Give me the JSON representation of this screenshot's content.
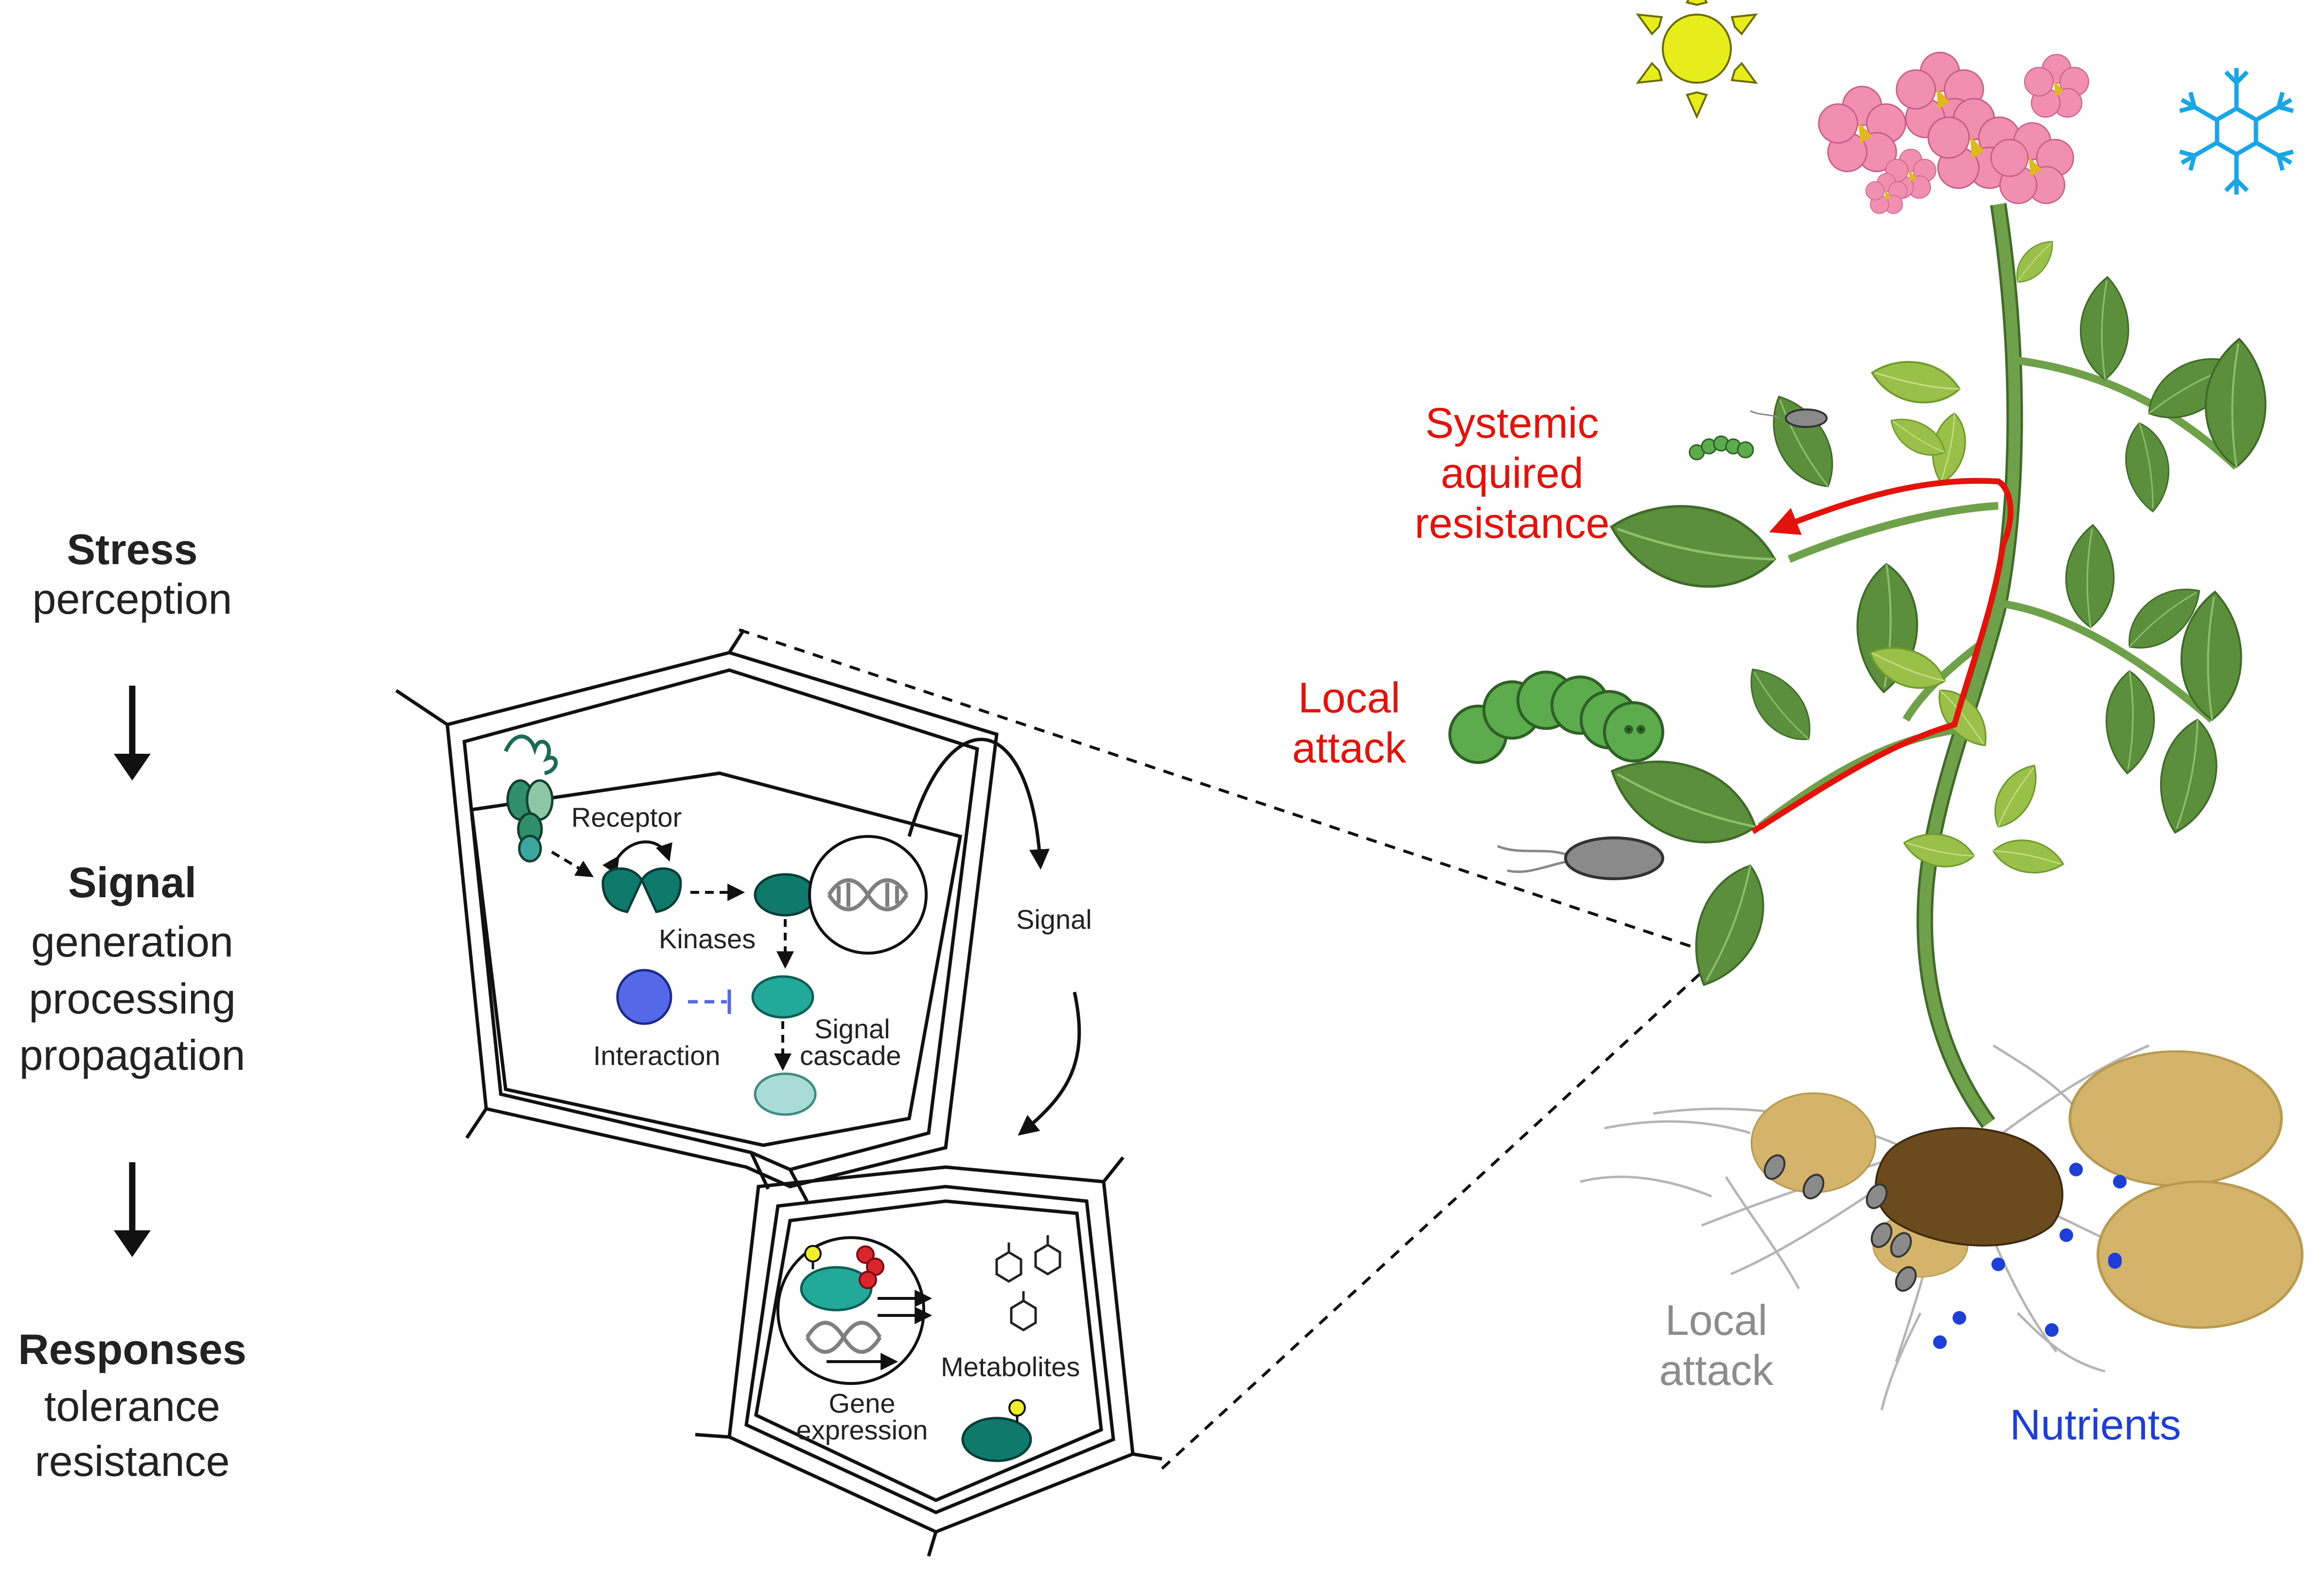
{
  "flow": {
    "stress": {
      "title": "Stress",
      "line1": "perception"
    },
    "signal": {
      "title": "Signal",
      "line1": "generation",
      "line2": "processing",
      "line3": "propagation"
    },
    "responses": {
      "title": "Responses",
      "line1": "tolerance",
      "line2": "resistance"
    }
  },
  "cell": {
    "receptor": "Receptor",
    "kinases": "Kinases",
    "interaction": "Interaction",
    "signal_cascade_1": "Signal",
    "signal_cascade_2": "cascade",
    "signal": "Signal",
    "gene_expression_1": "Gene",
    "gene_expression_2": "expression",
    "metabolites": "Metabolites"
  },
  "plant": {
    "systemic_1": "Systemic",
    "systemic_2": "aquired",
    "systemic_3": "resistance",
    "local_attack_red_1": "Local",
    "local_attack_red_2": "attack",
    "local_attack_grey_1": "Local",
    "local_attack_grey_2": "attack",
    "nutrients": "Nutrients"
  },
  "colors": {
    "red": "#e3120b",
    "grey_text": "#8c8c8c",
    "nutrients_blue": "#1d3fd8",
    "leaf_dark": "#5b8f3c",
    "leaf_light": "#9bc04a",
    "teal_dark": "#0f7a6b",
    "teal_mid": "#22a99a",
    "teal_light": "#a9dcd6",
    "interaction_blue": "#5468e8",
    "tuber": "#d3b46a",
    "soil": "#6b4a1e",
    "sun": "#e6ed1b",
    "snow": "#1aa6e6",
    "flower": "#f08fb0"
  },
  "icons": [
    "sun-icon",
    "snowflake-icon",
    "caterpillar-icon",
    "bacterium-icon",
    "dna-icon"
  ]
}
